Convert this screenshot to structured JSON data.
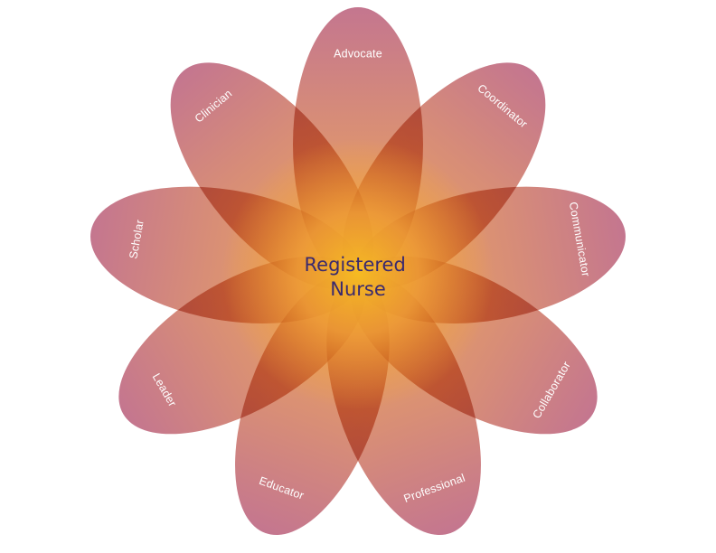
{
  "diagram": {
    "center": {
      "lines": [
        "Registered",
        "Nurse"
      ],
      "color": "#3a2a6e"
    },
    "colors": {
      "petal_tip": "#c4768f",
      "petal_base": "#eba567",
      "glow_core": "#f6bb22",
      "glow_mid": "#f2a43a"
    },
    "roles": [
      "Advocate",
      "Coordinator",
      "Communicator",
      "Collaborator",
      "Professional",
      "Educator",
      "Leader",
      "Scholar",
      "Clinician"
    ]
  }
}
